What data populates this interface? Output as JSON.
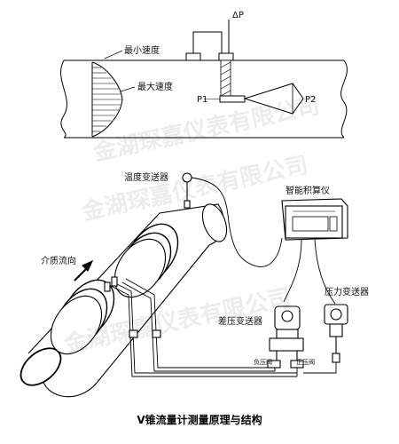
{
  "top_diagram": {
    "delta_p": "ΔP",
    "min_speed": "最小速度",
    "max_speed": "最大速度",
    "p1": "P1",
    "p2": "P2"
  },
  "bottom_diagram": {
    "temp_transmitter": "温度变送器",
    "smart_calculator": "智能积算仪",
    "flow_direction": "介质流向",
    "diff_pressure_transmitter": "差压变送器",
    "pressure_transmitter": "压力变送器",
    "neg_valve": "负压阀",
    "pos_valve": "正压阀"
  },
  "watermark": {
    "top": "金湖琛嘉仪表有限公司",
    "mid": "金湖琛嘉仪表有限公司",
    "low": "金湖琛嘉仪表有限公司"
  },
  "caption": "V锥流量计测量原理与结构"
}
